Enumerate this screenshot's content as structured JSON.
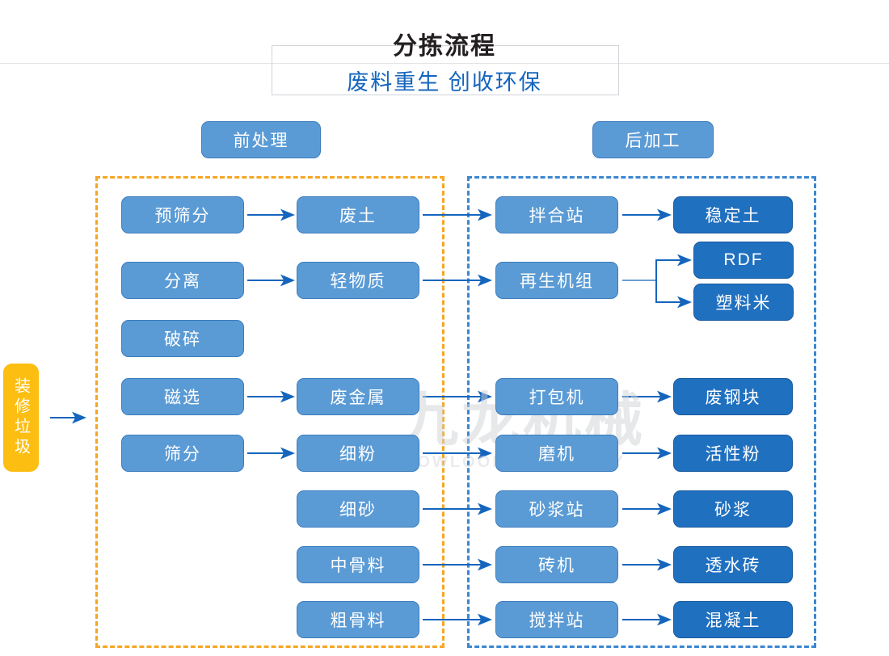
{
  "title": {
    "main": "分拣流程",
    "sub": "废料重生 创收环保"
  },
  "watermark": {
    "cn": "九龙机械",
    "en": "KOWLOONMACHINERY"
  },
  "sections": [
    {
      "id": "pre",
      "label": "前处理",
      "border_color": "#f5a623"
    },
    {
      "id": "post",
      "label": "后加工",
      "border_color": "#3b86d1"
    }
  ],
  "colors": {
    "node_light": "#5b9bd5",
    "node_dark": "#2070c0",
    "input_amber": "#fdbe12",
    "arrow": "#1565bd",
    "title_main": "#231f20",
    "title_sub": "#1565bd"
  },
  "input": {
    "label": "装修垃圾"
  },
  "nodes": {
    "pre_process": [
      {
        "label": "预筛分"
      },
      {
        "label": "分离"
      },
      {
        "label": "破碎"
      },
      {
        "label": "磁选"
      },
      {
        "label": "筛分"
      }
    ],
    "pre_output": [
      {
        "label": "废土"
      },
      {
        "label": "轻物质"
      },
      {
        "label": "废金属"
      },
      {
        "label": "细粉"
      },
      {
        "label": "细砂"
      },
      {
        "label": "中骨料"
      },
      {
        "label": "粗骨料"
      }
    ],
    "post_process": [
      {
        "label": "拌合站"
      },
      {
        "label": "再生机组"
      },
      {
        "label": "打包机"
      },
      {
        "label": "磨机"
      },
      {
        "label": "砂浆站"
      },
      {
        "label": "砖机"
      },
      {
        "label": "搅拌站"
      }
    ],
    "post_output": [
      {
        "label": "稳定土"
      },
      {
        "label": "RDF"
      },
      {
        "label": "塑料米"
      },
      {
        "label": "废钢块"
      },
      {
        "label": "活性粉"
      },
      {
        "label": "砂浆"
      },
      {
        "label": "透水砖"
      },
      {
        "label": "混凝土"
      }
    ]
  },
  "flows": [
    {
      "from": "装修垃圾",
      "to": "前处理"
    },
    {
      "from": "预筛分",
      "to": "废土"
    },
    {
      "from": "分离",
      "to": "轻物质"
    },
    {
      "from": "磁选",
      "to": "废金属"
    },
    {
      "from": "筛分",
      "to": "细粉"
    },
    {
      "from": "废土",
      "to": "拌合站"
    },
    {
      "from": "轻物质",
      "to": "再生机组"
    },
    {
      "from": "废金属",
      "to": "打包机"
    },
    {
      "from": "细粉",
      "to": "磨机"
    },
    {
      "from": "细砂",
      "to": "砂浆站"
    },
    {
      "from": "中骨料",
      "to": "砖机"
    },
    {
      "from": "粗骨料",
      "to": "搅拌站"
    },
    {
      "from": "拌合站",
      "to": "稳定土"
    },
    {
      "from": "再生机组",
      "to": "RDF"
    },
    {
      "from": "再生机组",
      "to": "塑料米"
    },
    {
      "from": "打包机",
      "to": "废钢块"
    },
    {
      "from": "磨机",
      "to": "活性粉"
    },
    {
      "from": "砂浆站",
      "to": "砂浆"
    },
    {
      "from": "砖机",
      "to": "透水砖"
    },
    {
      "from": "搅拌站",
      "to": "混凝土"
    }
  ]
}
